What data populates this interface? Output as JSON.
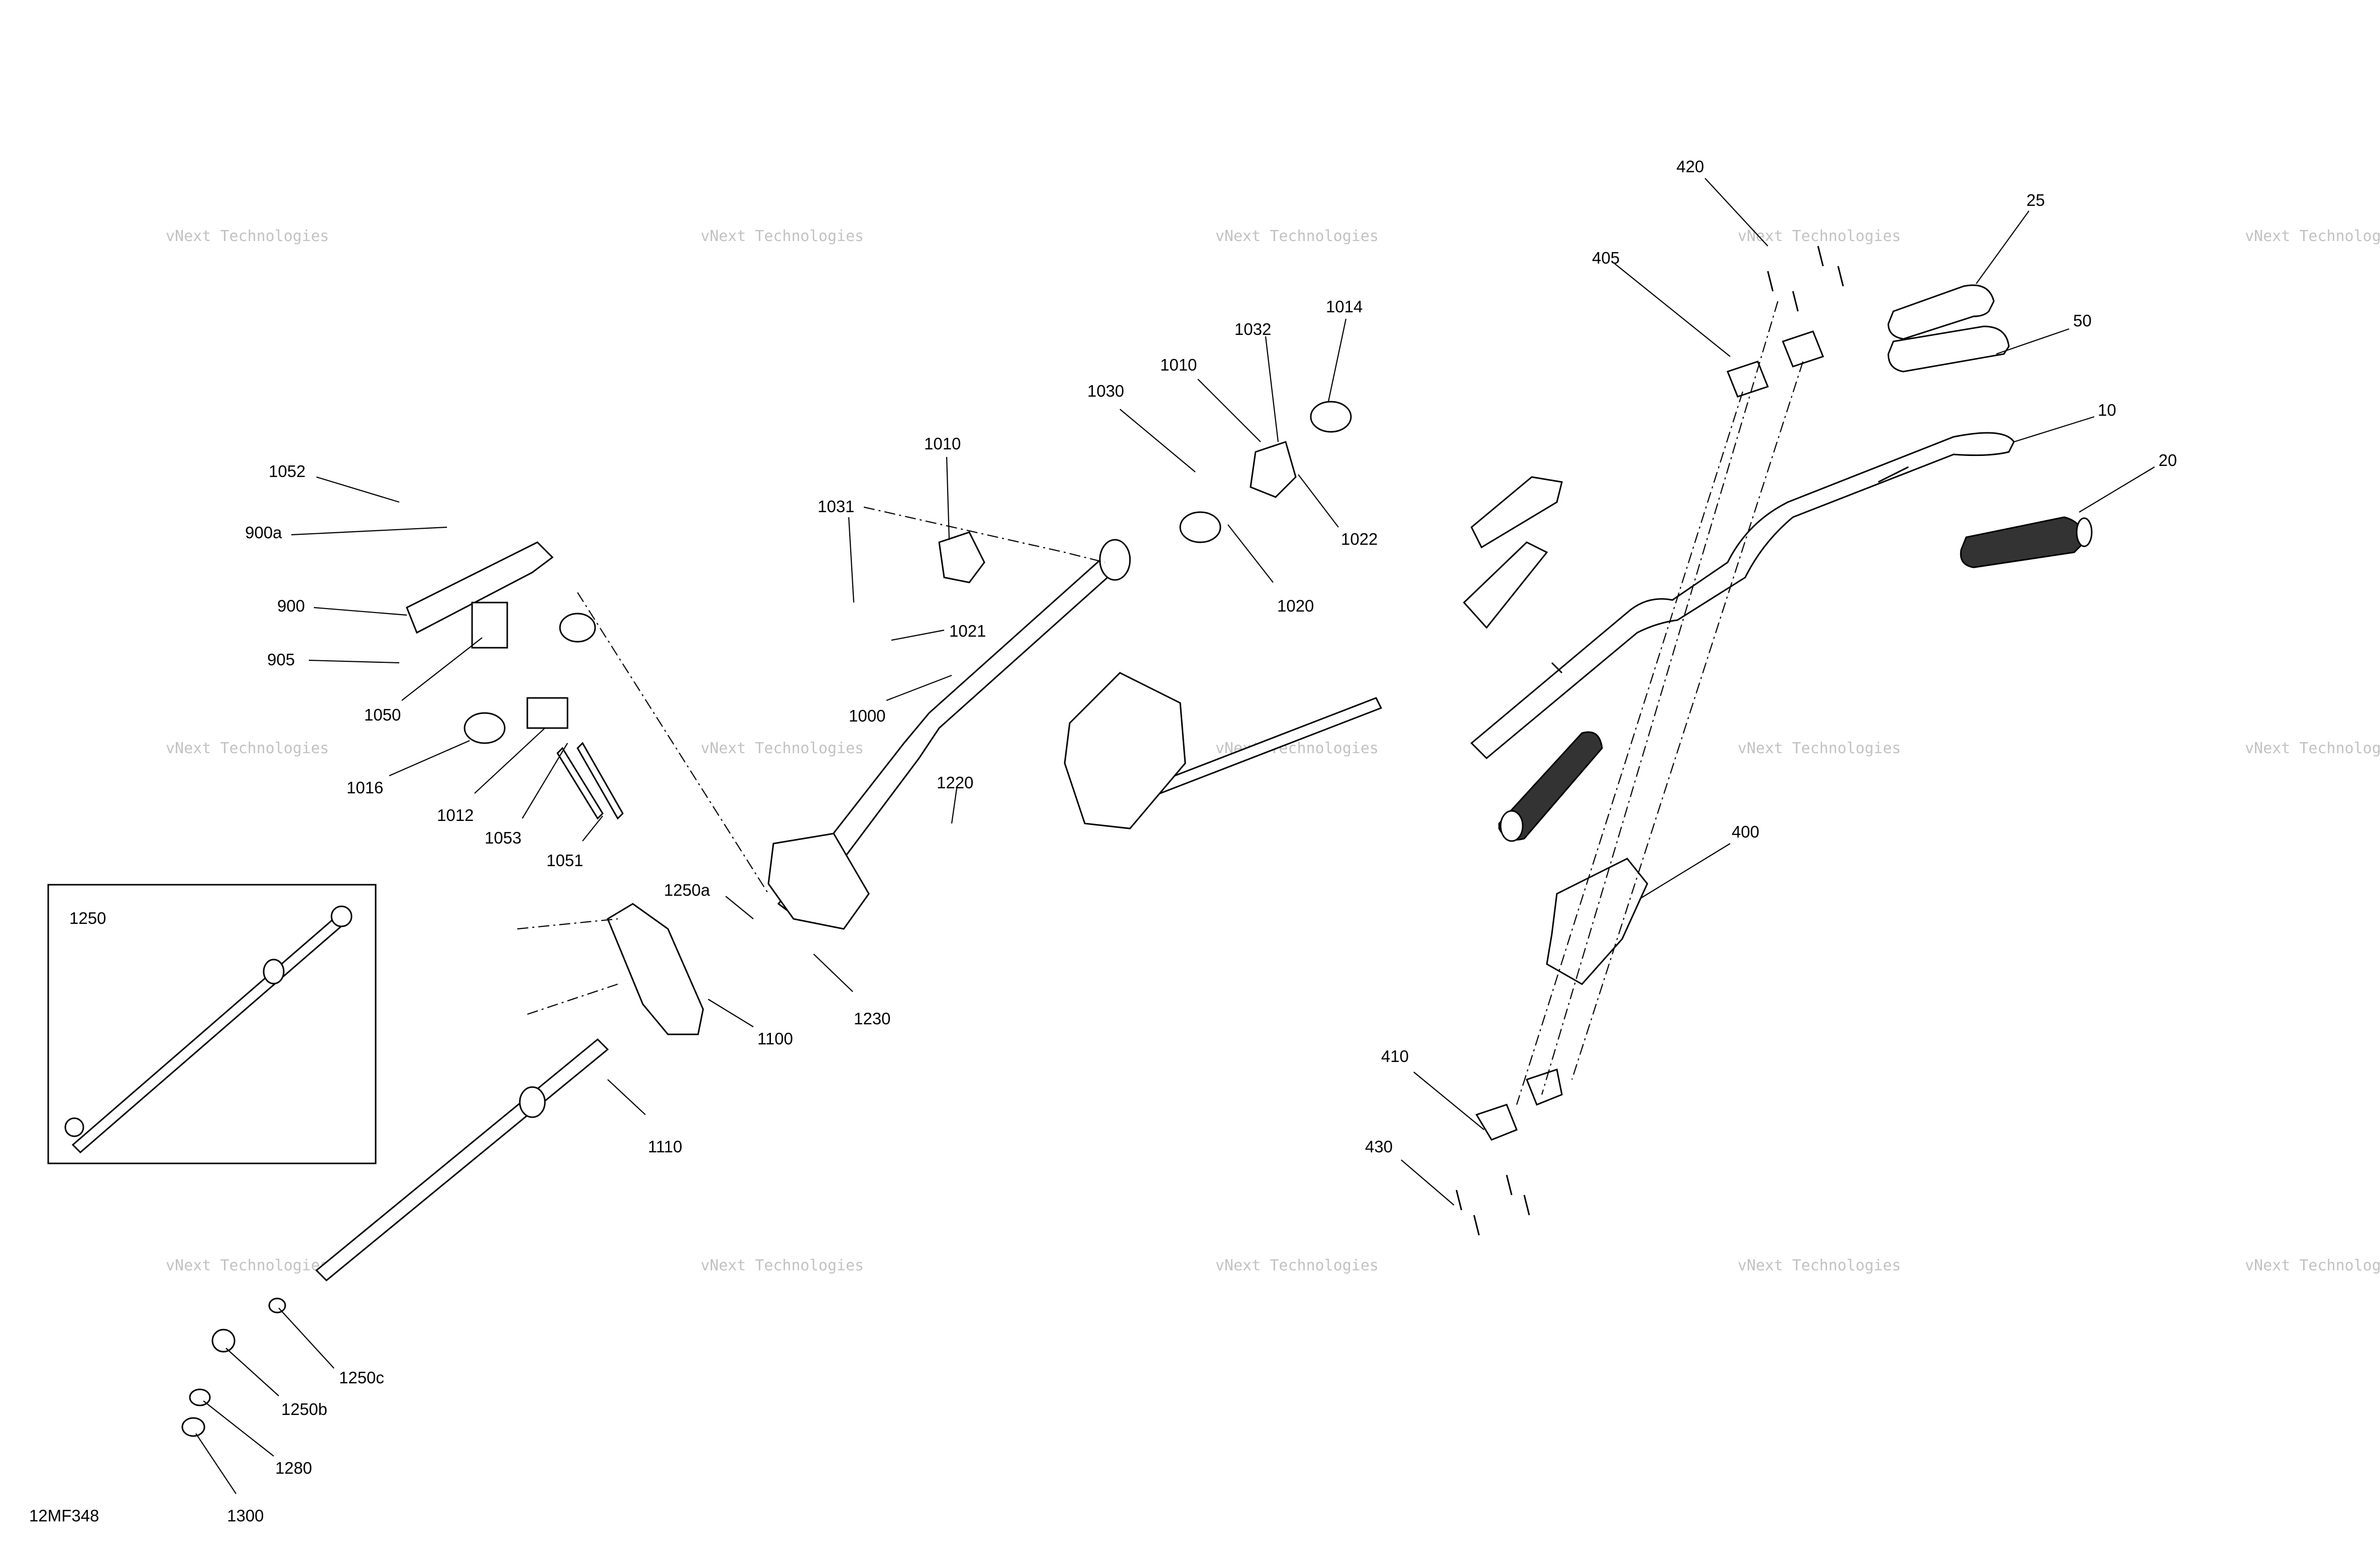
{
  "diagram_code": "12MF348",
  "watermark": {
    "line1": "vNext Technologies",
    "line2": "vNext\nTechnologies"
  },
  "inset_label": "1250",
  "callouts": [
    {
      "id": "c-420",
      "label": "420"
    },
    {
      "id": "c-25",
      "label": "25"
    },
    {
      "id": "c-405",
      "label": "405"
    },
    {
      "id": "c-50",
      "label": "50"
    },
    {
      "id": "c-10",
      "label": "10"
    },
    {
      "id": "c-20",
      "label": "20"
    },
    {
      "id": "c-1014",
      "label": "1014"
    },
    {
      "id": "c-1032",
      "label": "1032"
    },
    {
      "id": "c-1010a",
      "label": "1010"
    },
    {
      "id": "c-1030",
      "label": "1030"
    },
    {
      "id": "c-1022",
      "label": "1022"
    },
    {
      "id": "c-1020",
      "label": "1020"
    },
    {
      "id": "c-1010b",
      "label": "1010"
    },
    {
      "id": "c-1031",
      "label": "1031"
    },
    {
      "id": "c-1021",
      "label": "1021"
    },
    {
      "id": "c-1000",
      "label": "1000"
    },
    {
      "id": "c-1052",
      "label": "1052"
    },
    {
      "id": "c-900a",
      "label": "900a"
    },
    {
      "id": "c-900",
      "label": "900"
    },
    {
      "id": "c-905",
      "label": "905"
    },
    {
      "id": "c-1050",
      "label": "1050"
    },
    {
      "id": "c-1016",
      "label": "1016"
    },
    {
      "id": "c-1012",
      "label": "1012"
    },
    {
      "id": "c-1053",
      "label": "1053"
    },
    {
      "id": "c-1051",
      "label": "1051"
    },
    {
      "id": "c-1220",
      "label": "1220"
    },
    {
      "id": "c-1250a",
      "label": "1250a"
    },
    {
      "id": "c-1230",
      "label": "1230"
    },
    {
      "id": "c-1100",
      "label": "1100"
    },
    {
      "id": "c-1110",
      "label": "1110"
    },
    {
      "id": "c-400",
      "label": "400"
    },
    {
      "id": "c-410",
      "label": "410"
    },
    {
      "id": "c-430",
      "label": "430"
    },
    {
      "id": "c-1250c",
      "label": "1250c"
    },
    {
      "id": "c-1250b",
      "label": "1250b"
    },
    {
      "id": "c-1280",
      "label": "1280"
    },
    {
      "id": "c-1300",
      "label": "1300"
    }
  ]
}
